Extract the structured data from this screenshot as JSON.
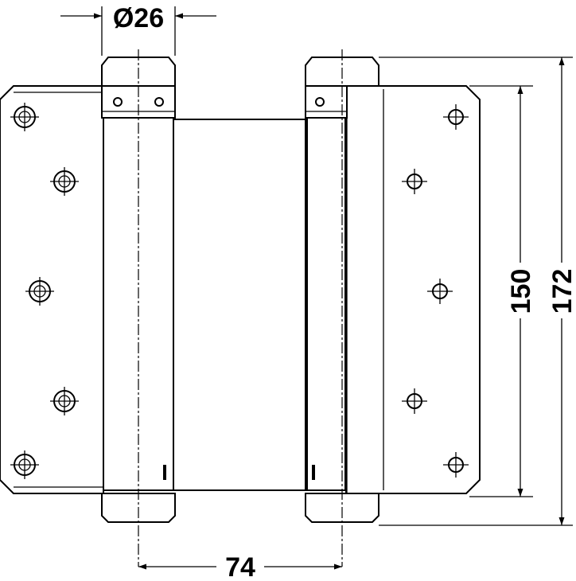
{
  "dimensions": {
    "diameter": "Ø26",
    "width": "74",
    "inner_height": "150",
    "total_height": "172"
  }
}
